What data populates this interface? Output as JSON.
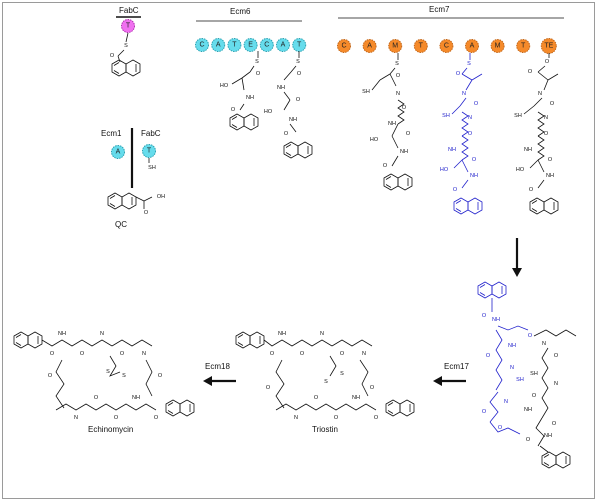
{
  "labels": {
    "fabc_top": "FabC",
    "ecm6": "Ecm6",
    "ecm7": "Ecm7",
    "ecm1": "Ecm1",
    "fabc_mid": "FabC",
    "qc": "QC",
    "ecm17": "Ecm17",
    "ecm18": "Ecm18",
    "triostin": "Triostin",
    "echinomycin": "Echinomycin"
  },
  "atoms": {
    "S": "S",
    "SH": "SH",
    "O": "O",
    "N": "N",
    "NH": "NH",
    "HO": "HO",
    "OH": "OH"
  },
  "domains": {
    "fabc_t": "T",
    "ecm6": [
      "C",
      "A",
      "T",
      "E",
      "C",
      "A",
      "T"
    ],
    "ecm7": [
      "C",
      "A",
      "M",
      "T",
      "C",
      "A",
      "M",
      "T",
      "TE"
    ],
    "ecm1_a": "A",
    "fabc_mid_t": "T"
  },
  "colors": {
    "t_domain_pink": "#f070f0",
    "ecm6_cyan": "#66dcec",
    "ecm7_orange": "#f58a2a",
    "blue_structure": "#2222cc",
    "black_structure": "#111111"
  }
}
